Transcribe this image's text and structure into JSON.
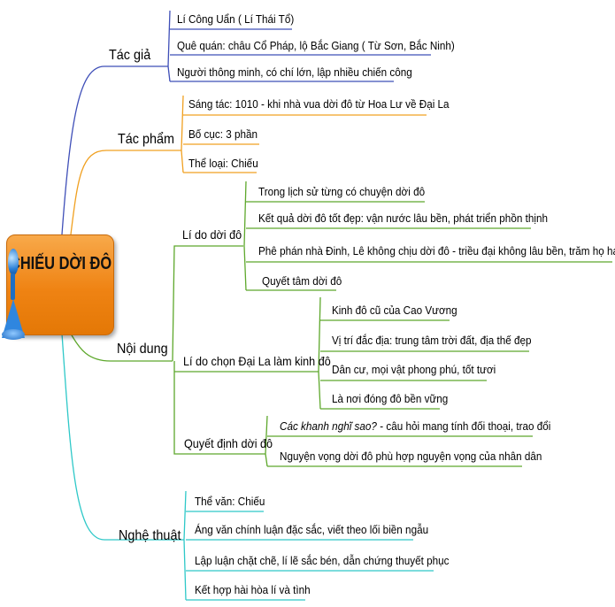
{
  "central": {
    "title": "CHIẾU DỜI ĐÔ"
  },
  "colors": {
    "tac_gia": "#3f4fb8",
    "tac_pham": "#f0a020",
    "noi_dung": "#5ea82c",
    "nghe_thuat": "#2ec8c8"
  },
  "icons": {
    "central": "push-pin-icon"
  },
  "branches": {
    "tac_gia": {
      "label": "Tác giả",
      "items": [
        "Lí Công Uẩn ( Lí Thái Tổ)",
        "Quê quán: châu Cổ Pháp, lộ Bắc Giang ( Từ Sơn, Bắc Ninh)",
        "Người thông minh, có chí lớn, lập nhiều chiến công"
      ]
    },
    "tac_pham": {
      "label": "Tác phẩm",
      "items": [
        "Sáng tác: 1010 - khi nhà vua dời đô từ Hoa Lư về Đại La",
        "Bố cục: 3 phần",
        "Thể loại: Chiếu"
      ]
    },
    "noi_dung": {
      "label": "Nội dung",
      "sub1": {
        "label": "Lí do dời đô",
        "items": [
          "Trong lịch sử từng có chuyện dời đô",
          "Kết quả dời đô tốt đẹp: vận nước lâu bền, phát triển phồn thịnh",
          "Phê phán nhà Đinh, Lê không chịu dời đô - triều đại không lâu bền, trăm họ hao tốn",
          "Quyết tâm dời đô"
        ]
      },
      "sub2": {
        "label": "Lí do chọn Đại La làm kinh đô",
        "items": [
          "Kinh đô cũ của Cao Vương",
          "Vị trí đắc địa: trung tâm trời đất, địa thế đẹp",
          "Dân cư, mọi vật phong phú, tốt tươi",
          "Là nơi đóng đô bền vững"
        ]
      },
      "sub3": {
        "label": "Quyết định dời đô",
        "item1_italic": "Các khanh nghĩ sao?",
        "item1_rest": " - câu hỏi mang tính đối thoại, trao đổi",
        "item2": "Nguyện vọng dời đô phù hợp nguyện vọng của nhân dân"
      }
    },
    "nghe_thuat": {
      "label": "Nghệ thuật",
      "items": [
        "Thể văn: Chiếu",
        "Áng văn chính luận đặc sắc, viết theo lối biền ngẫu",
        "Lập luận chặt chẽ, lí lẽ sắc bén, dẫn chứng thuyết phục",
        "Kết hợp hài hòa lí và tình"
      ]
    }
  }
}
